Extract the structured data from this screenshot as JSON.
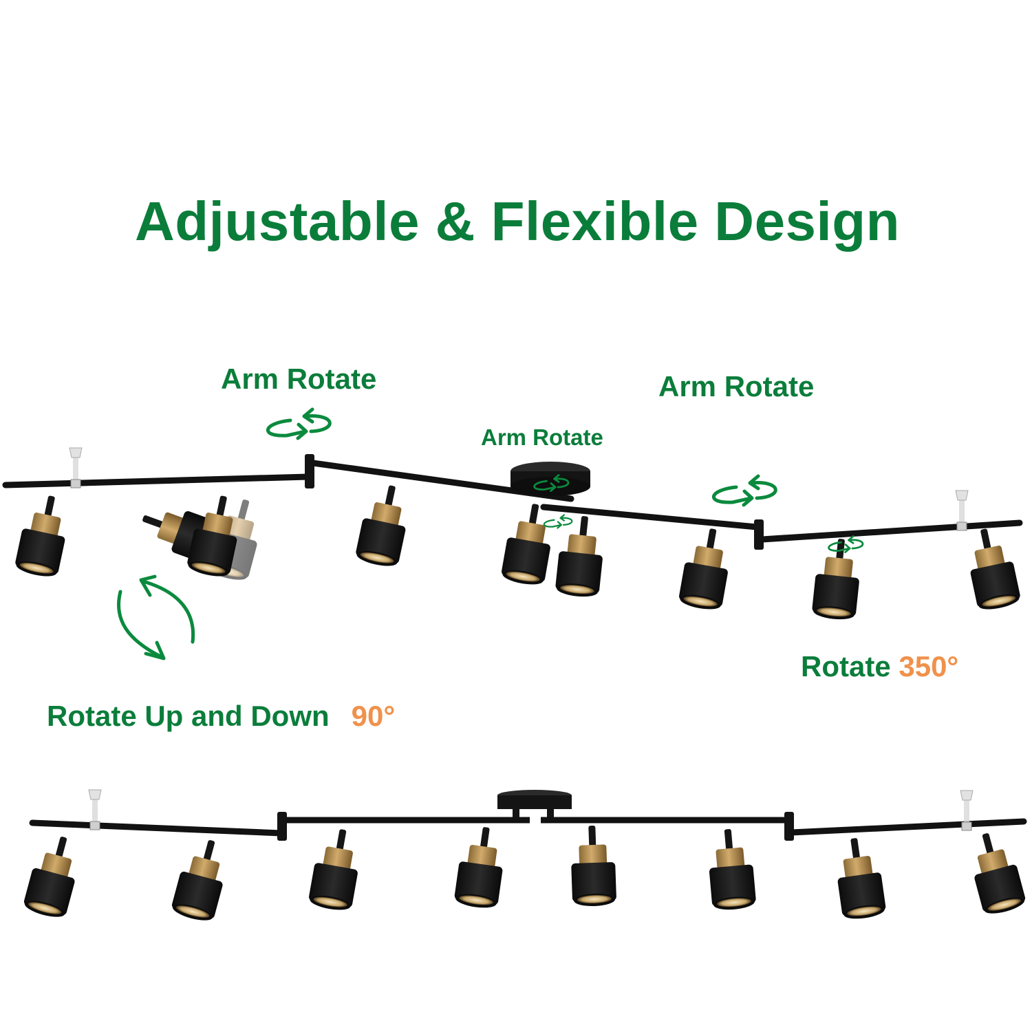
{
  "colors": {
    "green": "#0b7d3b",
    "orange": "#f0914b",
    "fixture_black": "#151515",
    "brass": "#b48a4a",
    "background": "#ffffff"
  },
  "title": "Adjustable & Flexible Design",
  "labels": {
    "arm_rotate_left": "Arm Rotate",
    "arm_rotate_center": "Arm Rotate",
    "arm_rotate_right": "Arm Rotate",
    "rotate_prefix": "Rotate ",
    "rotate_value": "350°",
    "updown_prefix": "Rotate Up and Down",
    "updown_value": "90°"
  },
  "icons": {
    "arm_rotate_arrows": "rotate-arrows-icon",
    "tilt_arrows": "tilt-arrows-icon"
  },
  "figures": {
    "top": {
      "state": "adjusted",
      "spotlights": 8
    },
    "bottom": {
      "state": "straight",
      "spotlights": 8
    }
  }
}
